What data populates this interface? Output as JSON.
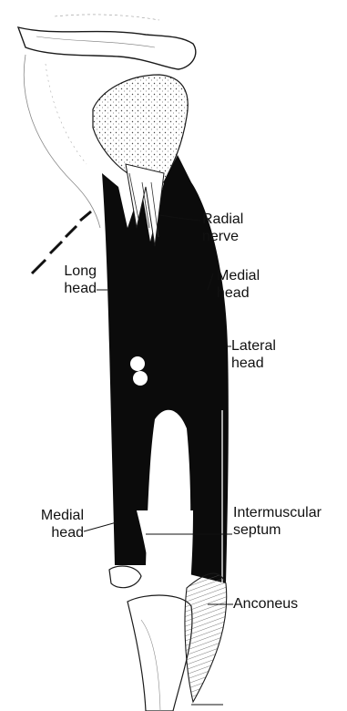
{
  "labels": {
    "radial_nerve": [
      "Radial",
      "nerve"
    ],
    "long_head": [
      "Long",
      "head"
    ],
    "medial_head_upper": [
      "Medial",
      "head"
    ],
    "lateral_head": [
      "Lateral",
      "head"
    ],
    "medial_head_lower": [
      "Medial",
      "head"
    ],
    "intermuscular_septum": [
      "Intermuscular",
      "septum"
    ],
    "anconeus": [
      "Anconeus"
    ]
  },
  "colors": {
    "muscle": "#0b0b0b",
    "bone": "#ffffff",
    "outline": "#1a1a1a",
    "hatch": "#555555"
  }
}
